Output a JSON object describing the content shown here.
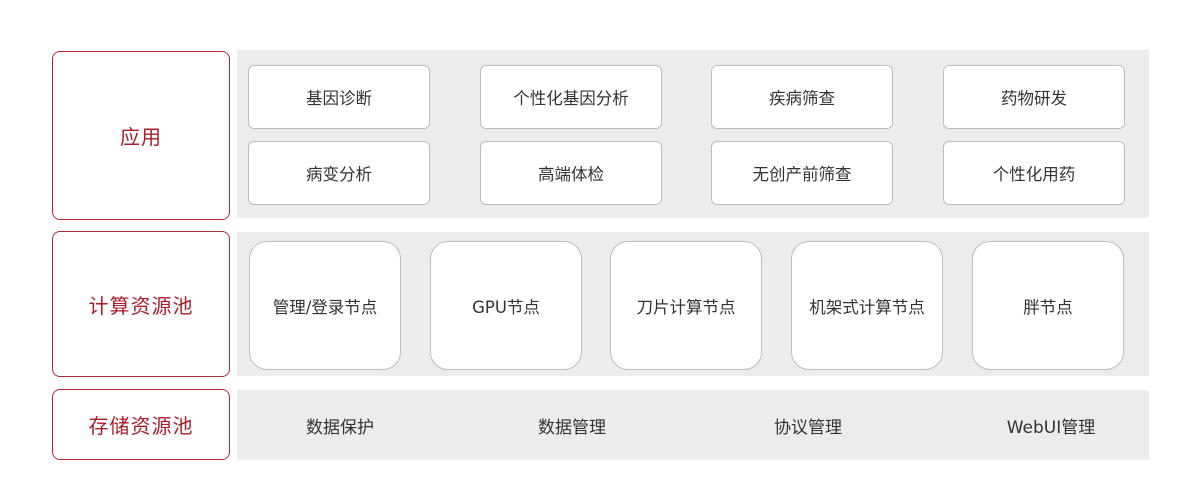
{
  "layers": {
    "application": {
      "label": "应用",
      "items": [
        "基因诊断",
        "个性化基因分析",
        "疾病筛查",
        "药物研发",
        "病变分析",
        "高端体检",
        "无创产前筛查",
        "个性化用药"
      ]
    },
    "compute": {
      "label": "计算资源池",
      "items": [
        "管理/登录节点",
        "GPU节点",
        "刀片计算节点",
        "机架式计算节点",
        "胖节点"
      ]
    },
    "storage": {
      "label": "存储资源池",
      "items": [
        "数据保护",
        "数据管理",
        "协议管理",
        "WebUI管理"
      ]
    }
  },
  "colors": {
    "accent": "#a81d2c",
    "panel": "#ececec",
    "card_border": "#bdbdbd"
  }
}
